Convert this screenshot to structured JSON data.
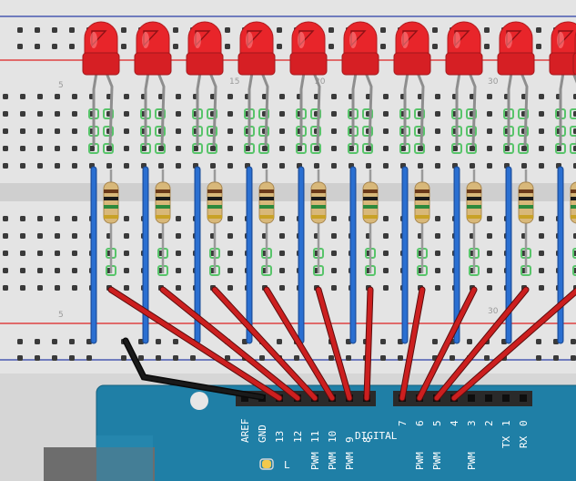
{
  "breadboard": {
    "column_numbers_top": [
      "5",
      "15",
      "20",
      "30"
    ],
    "column_numbers_bottom": [
      "5",
      "30"
    ]
  },
  "components": {
    "led_count": 11,
    "led_color": "#e8252a",
    "resistor_count": 10,
    "jumper_color": "#2a6fd1",
    "wire_color": "#cc1f1f",
    "gnd_wire_color": "#1a1a1a"
  },
  "arduino": {
    "board_color": "#1f7fa6",
    "left_header_labels": [
      "AREF",
      "GND",
      "13",
      "12",
      "11",
      "10",
      "9",
      "8"
    ],
    "right_header_labels": [
      "7",
      "6",
      "5",
      "4",
      "3",
      "2",
      "1",
      "0"
    ],
    "section_label": "DIGITAL",
    "pwm_label": "PWM",
    "tx_label": "TX",
    "rx_label": "RX",
    "led_label": "L"
  }
}
